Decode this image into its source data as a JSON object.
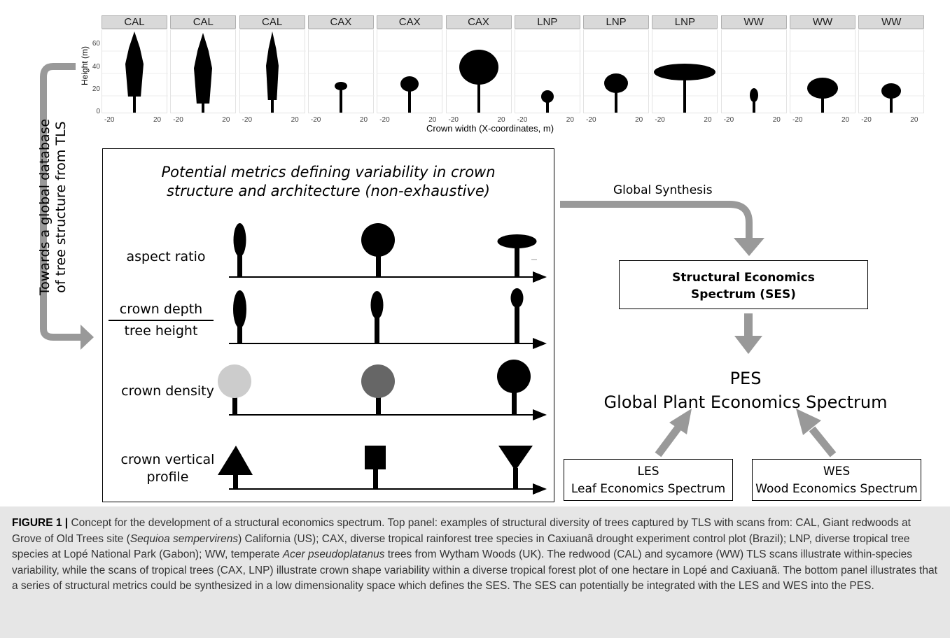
{
  "top_panel": {
    "facets": [
      "CAL",
      "CAL",
      "CAL",
      "CAX",
      "CAX",
      "CAX",
      "LNP",
      "LNP",
      "LNP",
      "WW",
      "WW",
      "WW"
    ],
    "y_axis_label": "Height (m)",
    "y_ticks": [
      "0",
      "20",
      "40",
      "60"
    ],
    "x_ticks": [
      "-20",
      "20"
    ],
    "x_axis_label": "Crown width (X-coordinates, m)"
  },
  "side_arrow_label": {
    "line1": "Towards a global database",
    "line2": "of tree structure from TLS"
  },
  "metrics_box": {
    "title_line1": "Potential metrics defining variability in crown",
    "title_line2": "structure and architecture (non-exhaustive)",
    "rows": [
      {
        "label": "aspect ratio"
      },
      {
        "numerator": "crown depth",
        "denominator": "tree height"
      },
      {
        "label": "crown density"
      },
      {
        "label_line1": "crown vertical",
        "label_line2": "profile"
      }
    ],
    "density_colors": [
      "#cccccc",
      "#666666",
      "#000000"
    ]
  },
  "synthesis": {
    "arrow_label": "Global Synthesis",
    "ses_line1": "Structural Economics",
    "ses_line2": "Spectrum (SES)",
    "pes_line1": "PES",
    "pes_line2": "Global Plant Economics Spectrum",
    "les_line1": "LES",
    "les_line2": "Leaf Economics Spectrum",
    "wes_line1": "WES",
    "wes_line2": "Wood Economics Spectrum"
  },
  "caption": {
    "label": "FIGURE 1 |",
    "s1": " Concept for the development of a structural economics spectrum. Top panel: examples of structural diversity of trees captured by TLS with scans from: CAL, Giant redwoods at Grove of Old Trees site (",
    "i1": "Sequioa sempervirens",
    "s2": ") California (US); CAX, diverse tropical rainforest tree species in Caxiuanã drought experiment control plot (Brazil); LNP, diverse tropical tree species at Lopé National Park (Gabon); WW, temperate ",
    "i2": "Acer pseudoplatanus",
    "s3": " trees from Wytham Woods (UK). The redwood (CAL) and sycamore (WW) TLS scans illustrate within-species variability, while the scans of tropical trees (CAX, LNP) illustrate crown shape variability within a diverse tropical forest plot of one hectare in Lopé and Caxiuanã. The bottom panel illustrates that a series of structural metrics could be synthesized in a low dimensionality space which defines the SES. The SES can potentially be integrated with the LES and WES into the PES."
  }
}
